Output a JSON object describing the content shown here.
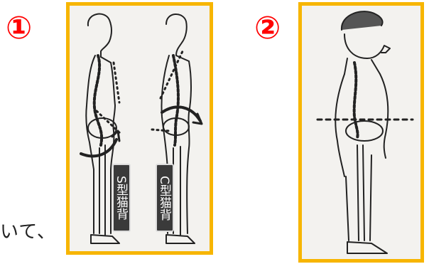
{
  "labels": {
    "circle_1": "①",
    "circle_2": "②",
    "tag_s": "S型猫背",
    "tag_c": "C型猫背",
    "side_text": "いて、"
  },
  "colors": {
    "accent_number": "#ff0000",
    "frame_border": "#f7b500",
    "frame_bg": "#f3f2ef",
    "ink": "#222222"
  }
}
